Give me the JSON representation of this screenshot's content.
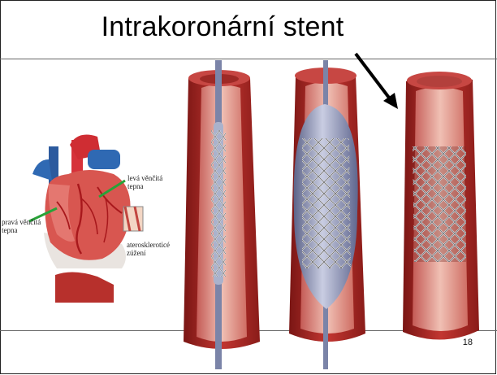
{
  "slide": {
    "title": "Intrakoronární stent",
    "page_number": "18"
  },
  "heart_labels": {
    "left": "levá věnčitá tepna",
    "right": "pravá věnčitá tepna",
    "stenosis": "ateroskleroticé zúžení"
  },
  "colors": {
    "artery_wall": "#b8292a",
    "artery_inner": "#e6a29a",
    "balloon": "#8e95b6",
    "stent": "#c8c8cc",
    "heart": "#d54b4b",
    "arrow": "#000000"
  }
}
